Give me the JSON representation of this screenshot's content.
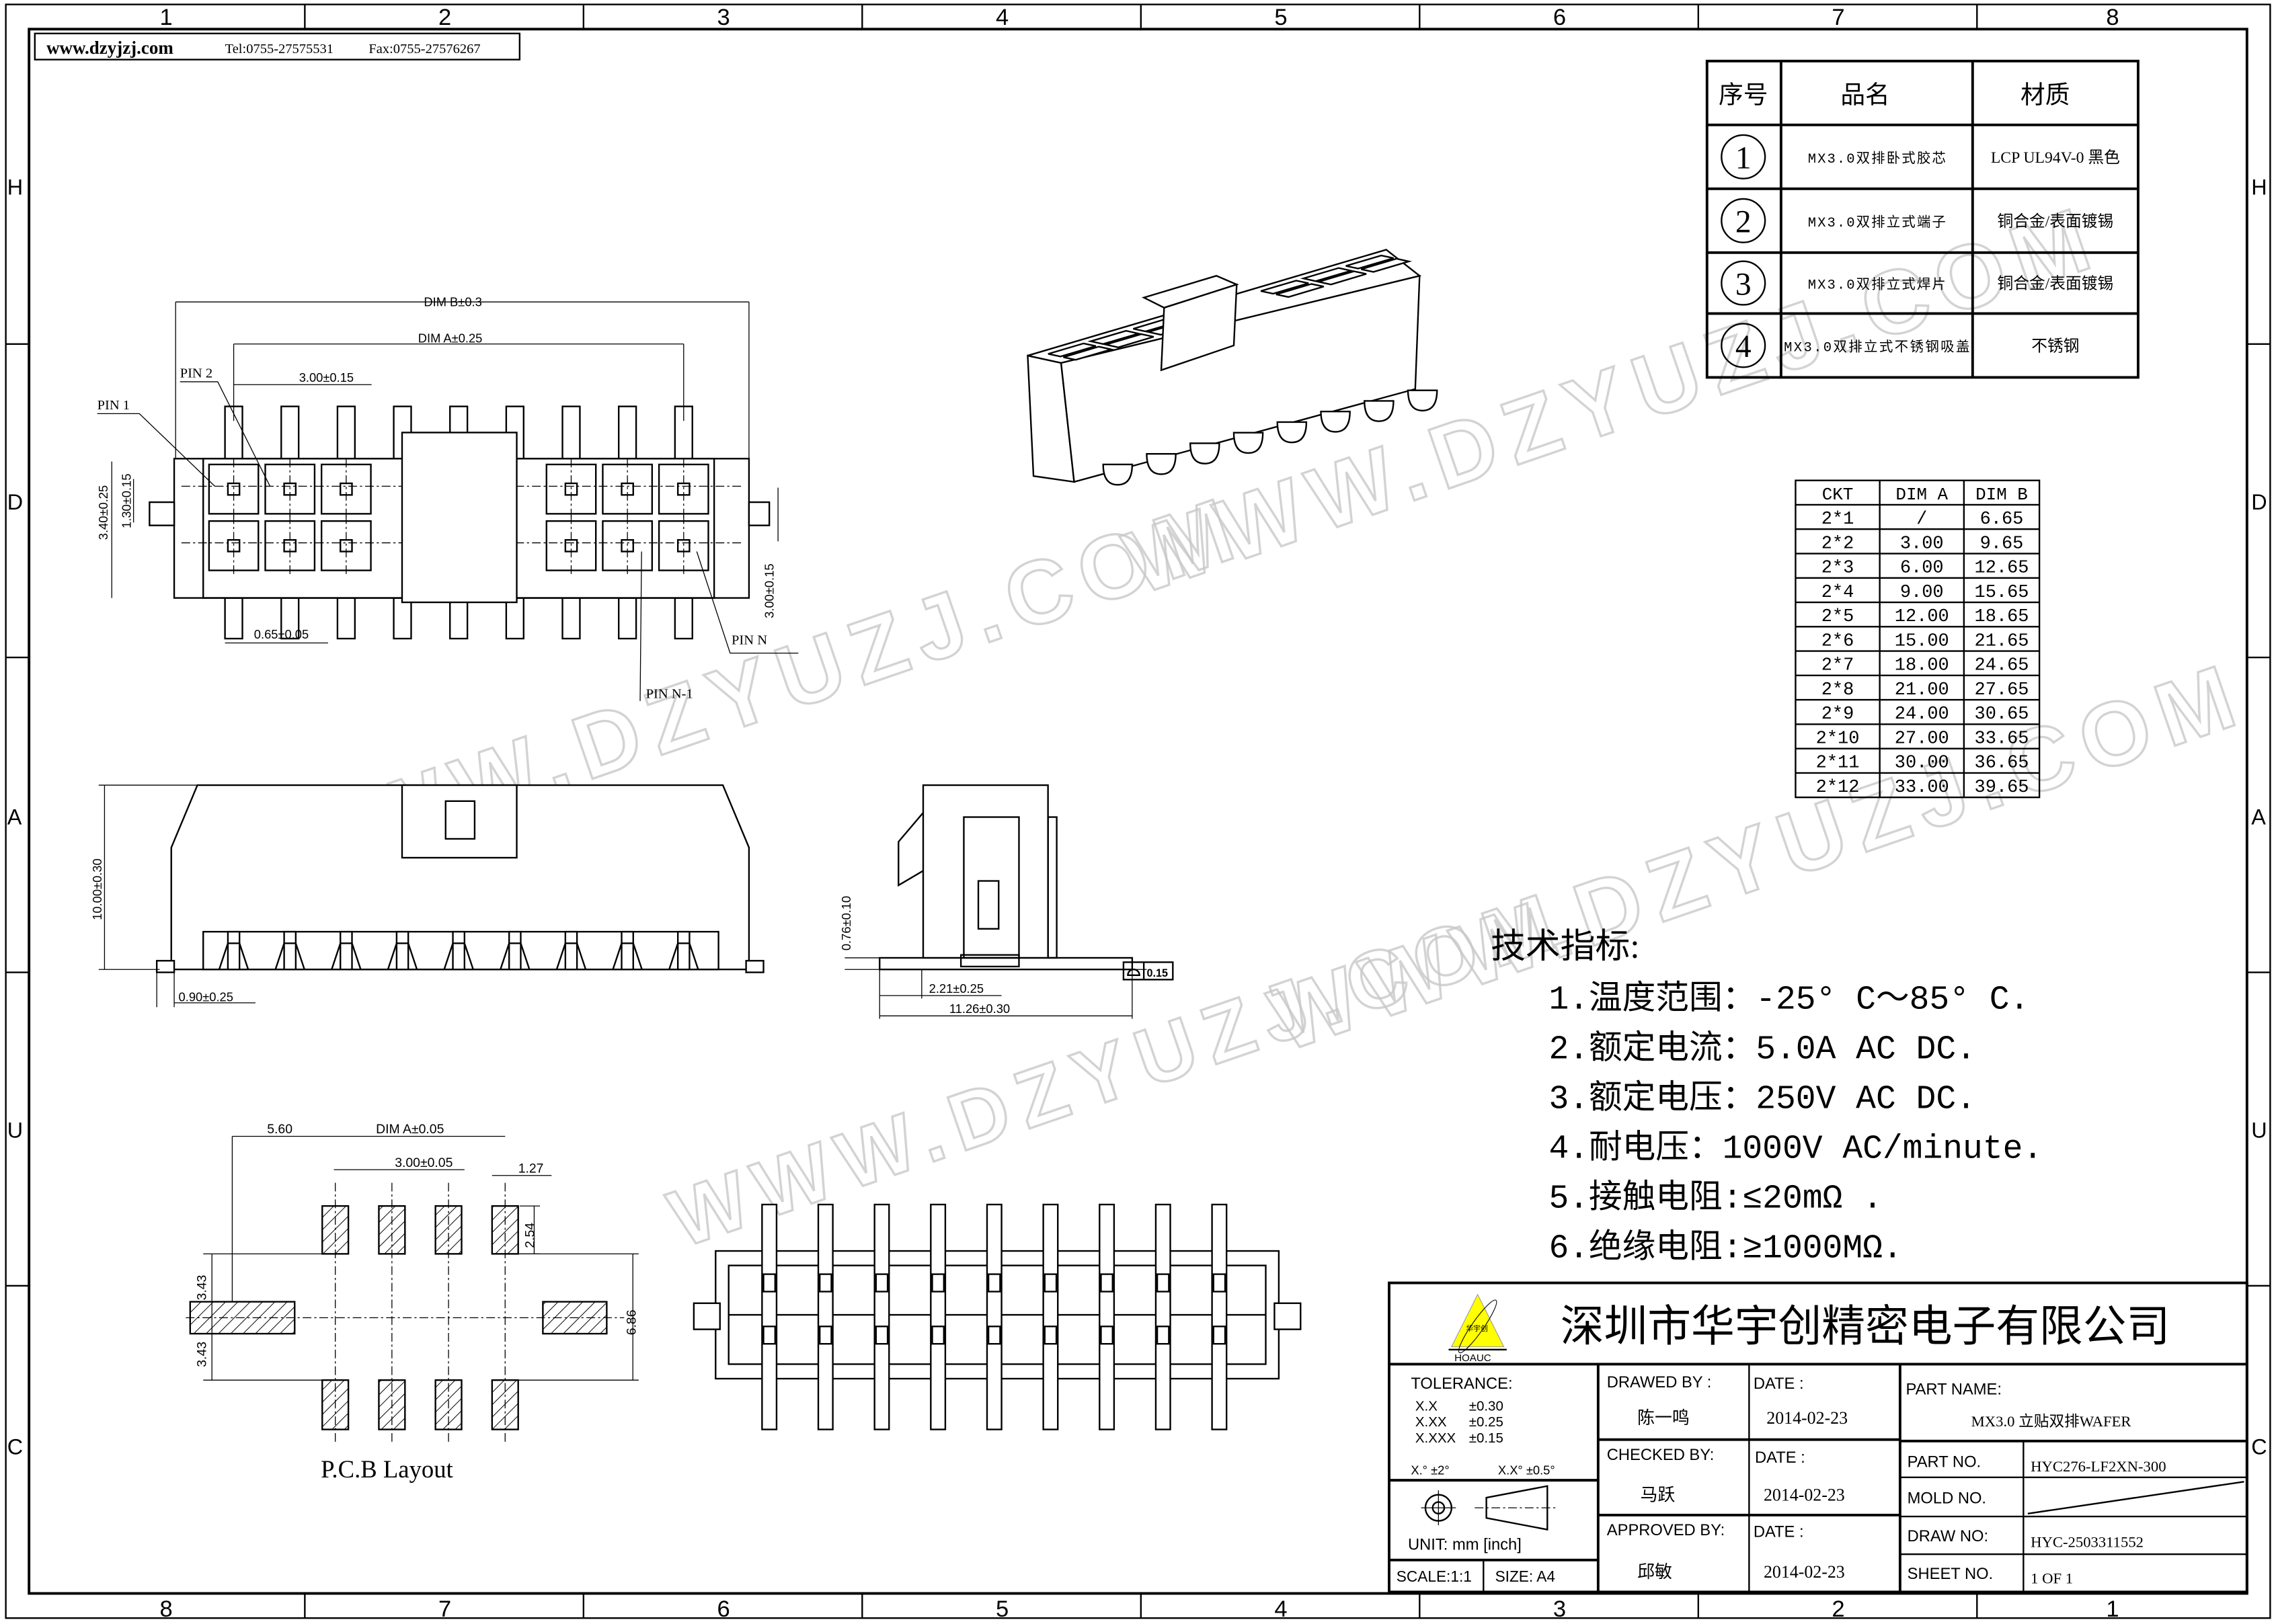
{
  "header": {
    "website": "www.dzyjzj.com",
    "tel": "Tel:0755-27575531",
    "fax": "Fax:0755-27576267"
  },
  "zones": {
    "columns_top": [
      "1",
      "2",
      "3",
      "4",
      "5",
      "6",
      "7",
      "8"
    ],
    "columns_bottom": [
      "8",
      "7",
      "6",
      "5",
      "4",
      "3",
      "2",
      "1"
    ],
    "rows": [
      "H",
      "D",
      "A",
      "U",
      "C"
    ]
  },
  "bom": {
    "headers": [
      "序号",
      "品名",
      "材质"
    ],
    "rows": [
      {
        "no": "1",
        "name": "MX3.0双排卧式胶芯",
        "material": "LCP UL94V-0 黑色"
      },
      {
        "no": "2",
        "name": "MX3.0双排立式端子",
        "material": "铜合金/表面镀锡"
      },
      {
        "no": "3",
        "name": "MX3.0双排立式焊片",
        "material": "铜合金/表面镀锡"
      },
      {
        "no": "4",
        "name": "MX3.0双排立式不锈钢吸盖",
        "material": "不锈钢"
      }
    ]
  },
  "ckt_table": {
    "headers": [
      "CKT",
      "DIM A",
      "DIM B"
    ],
    "rows": [
      [
        "2*1",
        "/",
        "6.65"
      ],
      [
        "2*2",
        "3.00",
        "9.65"
      ],
      [
        "2*3",
        "6.00",
        "12.65"
      ],
      [
        "2*4",
        "9.00",
        "15.65"
      ],
      [
        "2*5",
        "12.00",
        "18.65"
      ],
      [
        "2*6",
        "15.00",
        "21.65"
      ],
      [
        "2*7",
        "18.00",
        "24.65"
      ],
      [
        "2*8",
        "21.00",
        "27.65"
      ],
      [
        "2*9",
        "24.00",
        "30.65"
      ],
      [
        "2*10",
        "27.00",
        "33.65"
      ],
      [
        "2*11",
        "30.00",
        "36.65"
      ],
      [
        "2*12",
        "33.00",
        "39.65"
      ]
    ]
  },
  "specs": {
    "title": "技术指标:",
    "items": [
      "1.温度范围：-25° C～85° C.",
      "2.额定电流：5.0A AC DC.",
      "3.额定电压：250V AC DC.",
      "4.耐电压：1000V AC/minute.",
      "5.接触电阻:≤20mΩ .",
      "6.绝缘电阻:≥1000MΩ."
    ]
  },
  "top_view": {
    "dim_b": "DIM B±0.3",
    "dim_a": "DIM A±0.25",
    "pitch": "3.00±0.15",
    "pin1": "PIN 1",
    "pin2": "PIN 2",
    "pin_n": "PIN N",
    "pin_n1": "PIN N-1",
    "height_outer": "3.40±0.25",
    "height_inner": "1.30±0.15",
    "row_pitch": "3.00±0.15",
    "pin_width": "0.65±0.05"
  },
  "front_view": {
    "height": "10.00±0.30",
    "offset": "0.90±0.25"
  },
  "side_view": {
    "standoff": "0.76±0.10",
    "foot": "2.21±0.25",
    "width": "11.26±0.30",
    "flatness": "0.15"
  },
  "pcb_layout": {
    "title": "P.C.B Layout",
    "edge_offset": "5.60",
    "dim_a": "DIM A±0.05",
    "pitch": "3.00±0.05",
    "pad_width": "1.27",
    "pad_length": "2.54",
    "half_top": "3.43",
    "half_bottom": "3.43",
    "row_span": "6.86"
  },
  "title_block": {
    "company": "深圳市华宇创精密电子有限公司",
    "logo_text": "华宇创",
    "logo_brand": "HOAUC",
    "tolerance_label": "TOLERANCE:",
    "tolerances": [
      {
        "fmt": "X.X",
        "val": "±0.30"
      },
      {
        "fmt": "X.XX",
        "val": "±0.25"
      },
      {
        "fmt": "X.XXX",
        "val": "±0.15"
      }
    ],
    "angle_tol_1": "X.° ±2°",
    "angle_tol_2": "X.X° ±0.5°",
    "unit": "UNIT:  mm  [inch]",
    "scale": "SCALE:1:1",
    "size": "SIZE:  A4",
    "drawed_by_label": "DRAWED  BY :",
    "drawed_by": "陈一鸣",
    "checked_by_label": "CHECKED  BY:",
    "checked_by": "马跃",
    "approved_by_label": "APPROVED  BY:",
    "approved_by": "邱敏",
    "date_label": "DATE :",
    "date_drawed": "2014-02-23",
    "date_checked": "2014-02-23",
    "date_approved": "2014-02-23",
    "part_name_label": "PART  NAME:",
    "part_name": "MX3.0 立贴双排WAFER",
    "part_no_label": "PART  NO.",
    "part_no": "HYC276-LF2XN-300",
    "mold_no_label": "MOLD  NO.",
    "draw_no_label": "DRAW  NO:",
    "draw_no": "HYC-2503311552",
    "sheet_no_label": "SHEET  NO.",
    "sheet_no": "1  OF  1"
  },
  "watermark": "WWW.DZYUZJ.COM",
  "colors": {
    "logo_yellow": "#ffff00",
    "line": "#000000",
    "watermark": "#c9c9c9"
  }
}
